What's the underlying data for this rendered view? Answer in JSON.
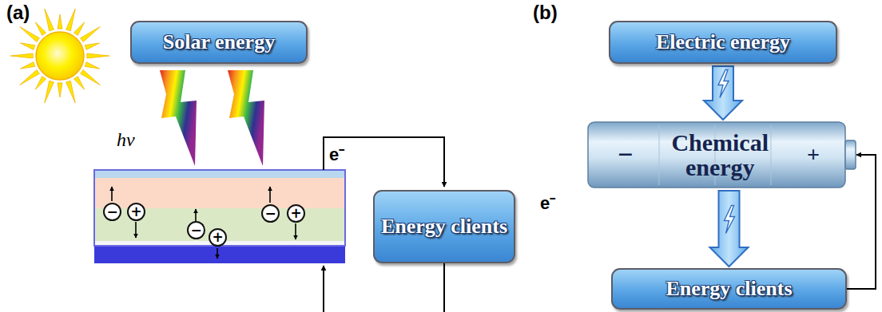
{
  "diagram": {
    "nodes": [
      {
        "text": [
          "Solar energy"
        ]
      },
      {
        "text": [
          "Energy clients"
        ]
      },
      {
        "text": [
          "−"
        ]
      },
      {
        "text": [
          "+"
        ]
      },
      {
        "text": [
          "−"
        ]
      },
      {
        "text": [
          "+"
        ]
      },
      {
        "text": [
          "−"
        ]
      },
      {
        "text": [
          "+"
        ]
      },
      {
        "text": [
          "Electric energy"
        ]
      },
      {
        "text": [
          "−",
          "Chemical energy",
          "+"
        ]
      },
      {
        "text": [
          "Energy clients"
        ]
      }
    ],
    "edges": [
      {
        "from": 8,
        "to": 9,
        "arrow": "to"
      },
      {
        "from": 9,
        "to": 10,
        "arrow": "to"
      },
      {
        "from": 10,
        "to": 9,
        "arrow": "to"
      }
    ],
    "labels": [
      "(a)",
      "hν",
      "e⁻",
      "(b)",
      "e⁻"
    ]
  }
}
